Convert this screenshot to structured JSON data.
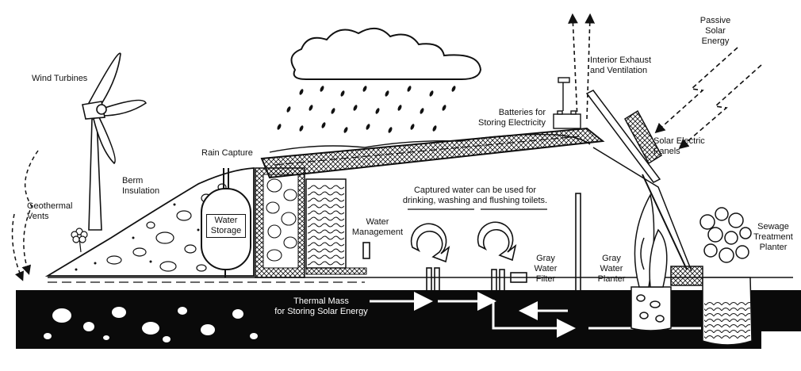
{
  "labels": {
    "wind_turbines": "Wind Turbines",
    "passive_solar_1": "Passive",
    "passive_solar_2": "Solar",
    "passive_solar_3": "Energy",
    "interior_exhaust_1": "Interior Exhaust",
    "interior_exhaust_2": "and Ventilation",
    "batteries_1": "Batteries for",
    "batteries_2": "Storing Electricity",
    "solar_panels_1": "Solar Electric",
    "solar_panels_2": "Panels",
    "rain_capture": "Rain Capture",
    "berm_1": "Berm",
    "berm_2": "Insulation",
    "geo_1": "Geothermal",
    "geo_2": "Vents",
    "water_storage_1": "Water",
    "water_storage_2": "Storage",
    "captured_1": "Captured water can be used for",
    "captured_2": "drinking, washing and flushing toilets.",
    "water_mgmt_1": "Water",
    "water_mgmt_2": "Management",
    "gray_filter_1": "Gray",
    "gray_filter_2": "Water",
    "gray_filter_3": "Filter",
    "gray_planter_1": "Gray",
    "gray_planter_2": "Water",
    "gray_planter_3": "Planter",
    "sewage_1": "Sewage",
    "sewage_2": "Treatment",
    "sewage_3": "Planter",
    "thermal_1": "Thermal Mass",
    "thermal_2": "for Storing Solar Energy"
  },
  "colors": {
    "ink": "#111111",
    "ground": "#0a0a0a",
    "paper": "#ffffff"
  }
}
